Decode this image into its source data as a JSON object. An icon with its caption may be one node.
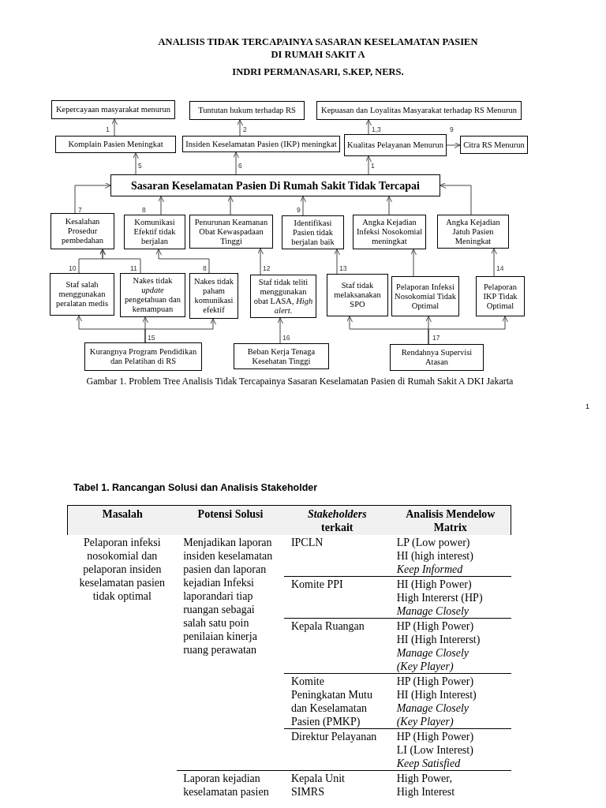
{
  "diagram": {
    "title": "ANALISIS TIDAK TERCAPAINYA SASARAN KESELAMATAN PASIEN DI RUMAH SAKIT A",
    "caption": "Gambar 1. Problem Tree Analisis Tidak Tercapainya Sasaran Keselamatan Pasien di Rumah Sakit A DKI Jakarta",
    "nodes": [
      {
        "text": [
          "Kepercayaan masyarakat menurun"
        ]
      },
      {
        "text": [
          "Tuntutan hukum terhadap RS"
        ]
      },
      {
        "text": [
          "Kepuasan dan Loyalitas Masyarakat terhadap RS Menurun"
        ]
      },
      {
        "text": [
          "Komplain Pasien Meningkat"
        ]
      },
      {
        "text": [
          "Insiden Keselamatan Pasien (IKP) meningkat"
        ]
      },
      {
        "text": [
          "Kualitas Pelayanan Menurun"
        ]
      },
      {
        "text": [
          "Citra RS Menurun"
        ]
      },
      {
        "text": [
          "Sasaran Keselamatan Pasien Di Rumah Sakit Tidak Tercapai"
        ]
      },
      {
        "text": [
          "Kesalahan Prosedur pembedahan"
        ]
      },
      {
        "text": [
          "Komunikasi Efektif tidak berjalan"
        ]
      },
      {
        "text": [
          "Penurunan Keamanan Obat Kewaspadaan Tinggi"
        ]
      },
      {
        "text": [
          "Identifikasi Pasien tidak berjalan baik"
        ]
      },
      {
        "text": [
          "Angka Kejadian Infeksi Nosokomial meningkat"
        ]
      },
      {
        "text": [
          "Angka Kejadian Jatuh Pasien Meningkat"
        ]
      },
      {
        "text": [
          "Staf salah menggunakan peralatan medis"
        ]
      },
      {
        "text": [
          "Nakes tidak *update* pengetahuan dan kemampuan"
        ]
      },
      {
        "text": [
          "Nakes tidak paham komunikasi efektif"
        ]
      },
      {
        "text": [
          "Staf tidak teliti menggunakan obat LASA, *High alert*."
        ]
      },
      {
        "text": [
          "Staf tidak melaksanakan SPO"
        ]
      },
      {
        "text": [
          "Pelaporan Infeksi Nosokomial Tidak Optimal"
        ]
      },
      {
        "text": [
          "Pelaporan IKP Tidak Optimal"
        ]
      },
      {
        "text": [
          "Kurangnya Program Pendidikan dan Pelatihan di RS"
        ]
      },
      {
        "text": [
          "Beban Kerja Tenaga Kesehatan Tinggi"
        ]
      },
      {
        "text": [
          "Rendahnya Supervisi Atasan"
        ]
      }
    ],
    "edges": [
      {
        "from": 3,
        "to": 0,
        "arrow": "to",
        "label": "1"
      },
      {
        "from": 4,
        "to": 1,
        "arrow": "to",
        "label": "2"
      },
      {
        "from": 5,
        "to": 2,
        "arrow": "to",
        "label": "1,3"
      },
      {
        "from": 5,
        "to": 6,
        "arrow": "to",
        "label": "9"
      },
      {
        "from": 7,
        "to": 3,
        "arrow": "to",
        "label": "5"
      },
      {
        "from": 7,
        "to": 4,
        "arrow": "to",
        "label": "6"
      },
      {
        "from": 7,
        "to": 5,
        "arrow": "to",
        "label": "1"
      },
      {
        "from": 8,
        "to": 7,
        "arrow": "to",
        "label": "7"
      },
      {
        "from": 9,
        "to": 7,
        "arrow": "to",
        "label": "8"
      },
      {
        "from": 10,
        "to": 7,
        "arrow": "to"
      },
      {
        "from": 11,
        "to": 7,
        "arrow": "to",
        "label": "9"
      },
      {
        "from": 12,
        "to": 7,
        "arrow": "to"
      },
      {
        "from": 13,
        "to": 7,
        "arrow": "to"
      },
      {
        "from": 14,
        "to": 8,
        "arrow": "to",
        "label": "10"
      },
      {
        "from": 15,
        "to": 8,
        "arrow": "to",
        "label": "11"
      },
      {
        "from": 16,
        "to": 9,
        "arrow": "to",
        "label": "8"
      },
      {
        "from": 17,
        "to": 10,
        "arrow": "to",
        "label": "12"
      },
      {
        "from": 18,
        "to": 11,
        "arrow": "to",
        "label": "13"
      },
      {
        "from": 19,
        "to": 12,
        "arrow": "to"
      },
      {
        "from": 20,
        "to": 13,
        "arrow": "to",
        "label": "14"
      },
      {
        "from": 21,
        "to": 14,
        "arrow": "to"
      },
      {
        "from": 21,
        "to": 15,
        "arrow": "to",
        "label": "15"
      },
      {
        "from": 21,
        "to": 16,
        "arrow": "to"
      },
      {
        "from": 22,
        "to": 17,
        "arrow": "to",
        "label": "16"
      },
      {
        "from": 23,
        "to": 18,
        "arrow": "to"
      },
      {
        "from": 23,
        "to": 19,
        "arrow": "to",
        "label": "17"
      },
      {
        "from": 23,
        "to": 20,
        "arrow": "to"
      }
    ],
    "labels": [
      "INDRI PERMANASARI, S.KEP, NERS.",
      "1",
      "Tabel 1. Rancangan Solusi dan Analisis Stakeholder",
      "Masalah",
      "Potensi Solusi",
      "*Stakeholders* terkait",
      "Analisis Mendelow Matrix",
      "Pelaporan infeksi nosokomial dan pelaporan insiden keselamatan pasien tidak optimal",
      "Menjadikan laporan insiden keselamatan pasien dan laporan kejadian Infeksi laporandari tiap ruangan sebagai salah satu poin penilaian kinerja ruang perawatan",
      "IPCLN",
      "LP (Low power)",
      "HI (high interest)",
      "Keep Informed",
      "Komite PPI",
      "HI (High Power)",
      "High Intererst (HP)",
      "Manage Closely",
      "Kepala Ruangan",
      "HP (High Power)",
      "HI (High Intererst)",
      "Manage Closely",
      "(Key Player)",
      "Komite Peningkatan Mutu dan Keselamatan Pasien (PMKP)",
      "HP (High Power)",
      "HI (High Interest)",
      "Manage Closely",
      "(Key Player)",
      "Direktur Pelayanan",
      "HP (High Power)",
      "LI (Low Interest)",
      "Keep Satisfied",
      "Laporan kejadian keselamatan pasien",
      "Kepala Unit SIMRS",
      "High Power,",
      "High Interest"
    ]
  }
}
